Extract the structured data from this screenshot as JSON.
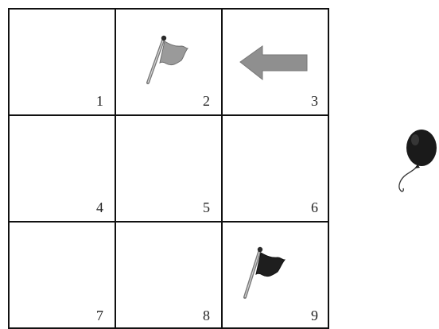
{
  "grid": {
    "cells": [
      {
        "number": "1",
        "contents": "none"
      },
      {
        "number": "2",
        "contents": "gray-flag"
      },
      {
        "number": "3",
        "contents": "gray-left-arrow"
      },
      {
        "number": "4",
        "contents": "none"
      },
      {
        "number": "5",
        "contents": "none"
      },
      {
        "number": "6",
        "contents": "none"
      },
      {
        "number": "7",
        "contents": "none"
      },
      {
        "number": "8",
        "contents": "none"
      },
      {
        "number": "9",
        "contents": "black-flag"
      }
    ]
  },
  "side_object": {
    "icon": "balloon-icon",
    "color": "#1a1a1a"
  },
  "colors": {
    "grid_lines": "#111111",
    "gray_flag": "#9a9a9a",
    "black_flag": "#1e1e1e",
    "arrow": "#8f8f8f"
  }
}
